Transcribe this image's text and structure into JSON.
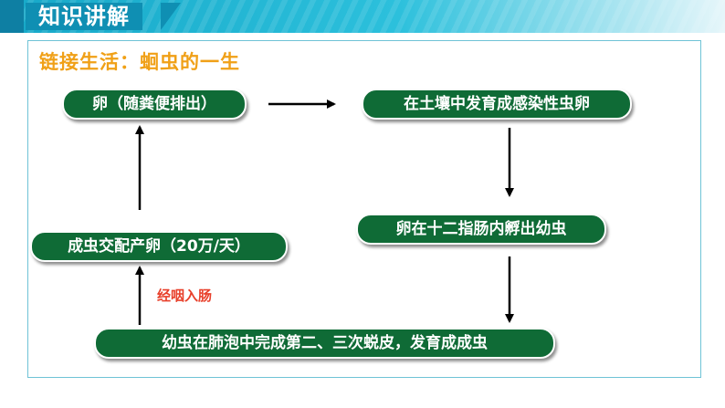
{
  "header": {
    "title": "知识讲解"
  },
  "subtitle": "链接生活：蛔虫的一生",
  "nodes": {
    "egg_excreted": "卵（随粪便排出）",
    "egg_in_soil": "在土壤中发育成感染性虫卵",
    "hatch": "卵在十二指肠内孵出幼虫",
    "adult_mating": "成虫交配产卵（20万/天）",
    "larva_lung": "幼虫在肺泡中完成第二、三次蜕皮，发育成成虫"
  },
  "edge_labels": {
    "pharynx_intestine": "经咽入肠"
  },
  "colors": {
    "node_bg": "#0f6b36",
    "subtitle": "#f0a017",
    "edge_label": "#e8402b",
    "header": "#17a8c8"
  }
}
